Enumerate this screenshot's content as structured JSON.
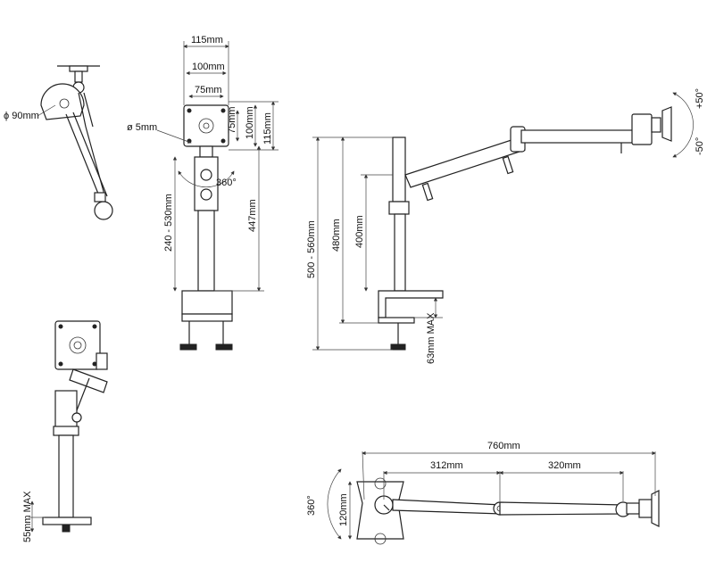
{
  "dimensions": {
    "w115_top": "115mm",
    "w100": "100mm",
    "w75": "75mm",
    "h75": "75mm",
    "h100": "100mm",
    "h115": "115mm",
    "dia5": "ø 5mm",
    "dia90": "ϕ 90mm",
    "rot360_front": "360°",
    "range240_530": "240 - 530mm",
    "h447": "447mm",
    "h500_560": "500 - 560mm",
    "h480": "480mm",
    "h400": "400mm",
    "clamp63": "63mm MAX",
    "tilt_up": "+50°",
    "tilt_down": "-50°",
    "clamp55": "55mm MAX",
    "reach760": "760mm",
    "arm312": "312mm",
    "arm320": "320mm",
    "rot360_top": "360°",
    "w120": "120mm"
  }
}
